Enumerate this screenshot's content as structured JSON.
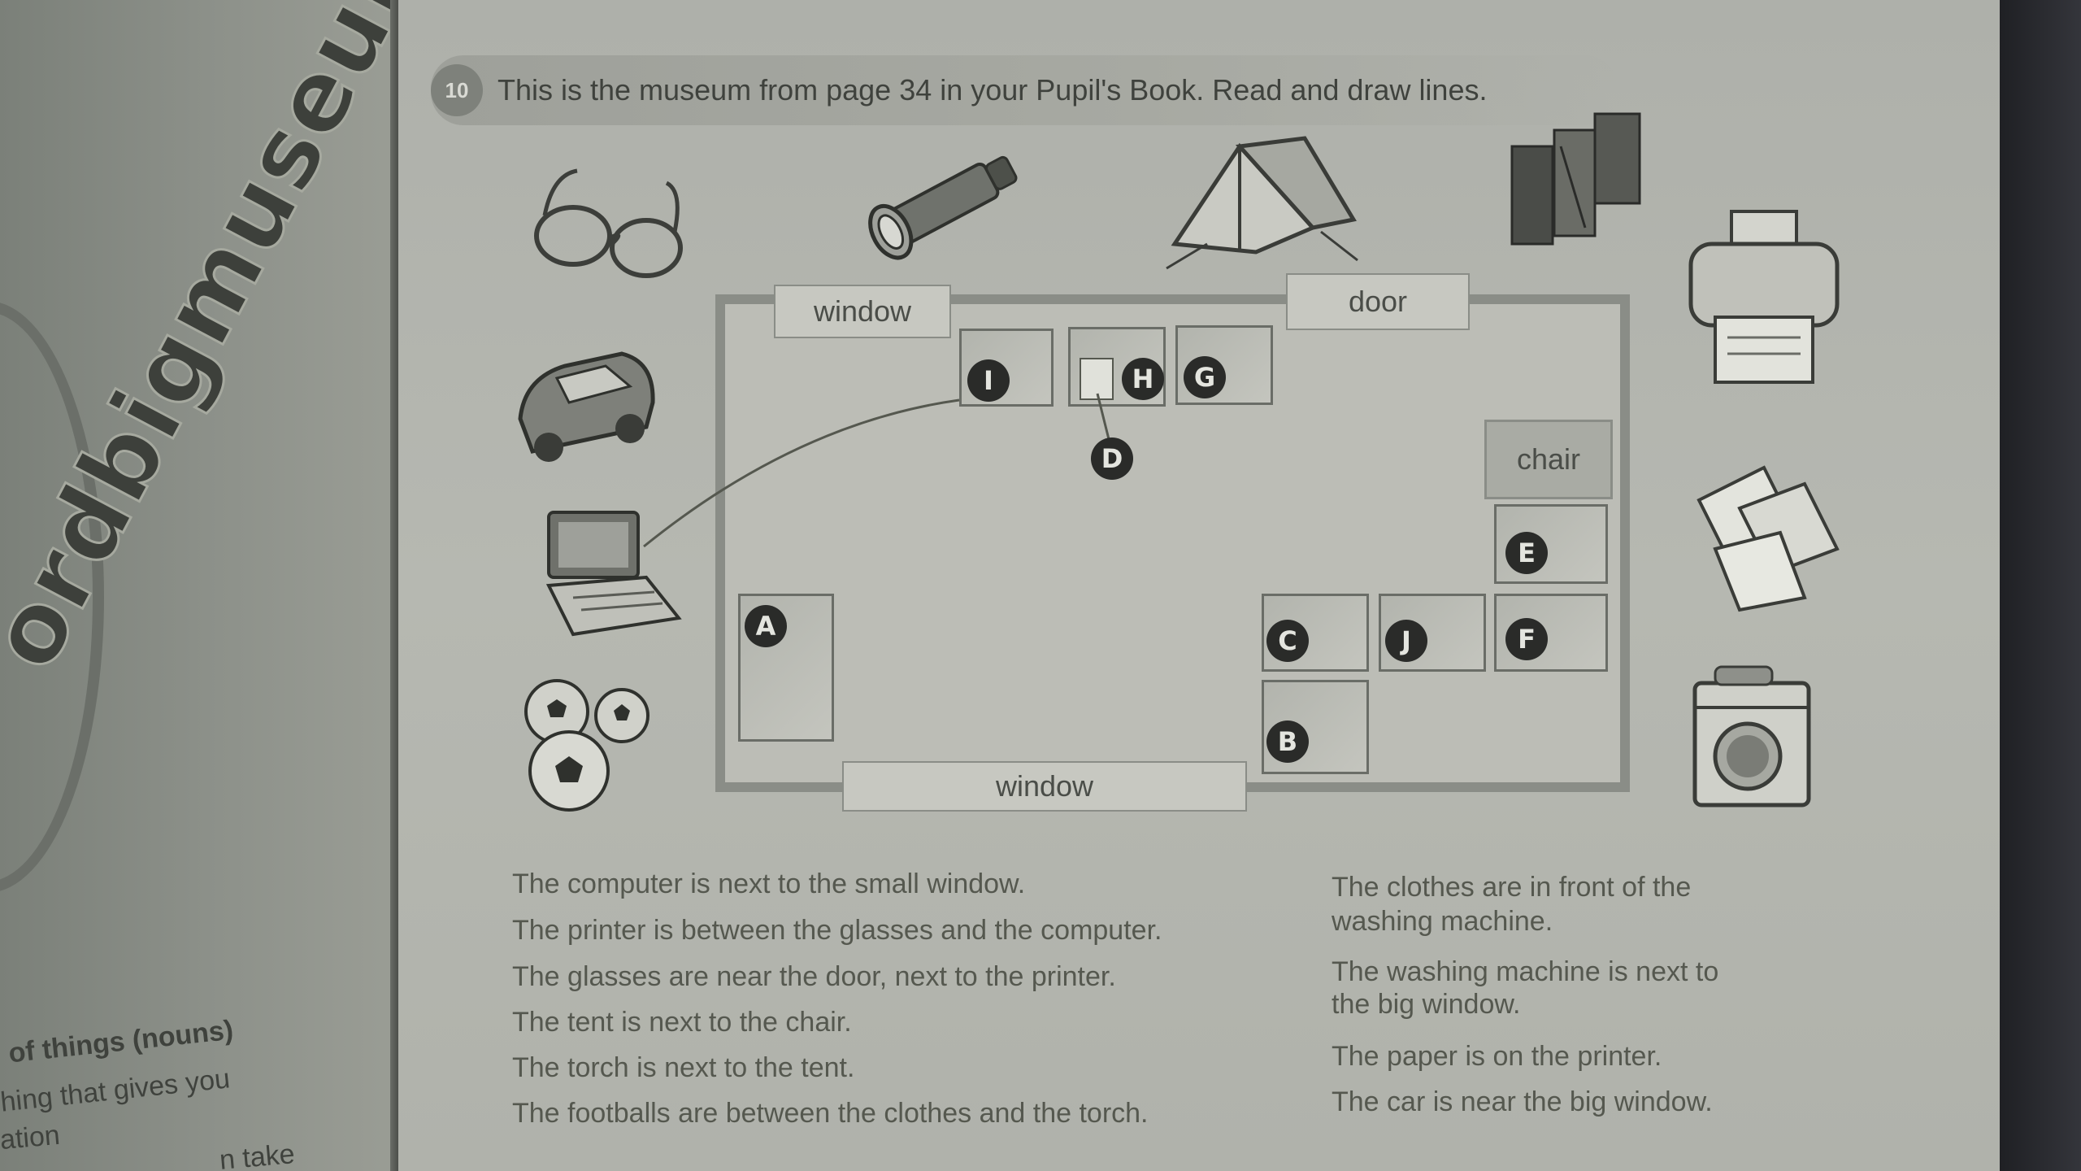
{
  "left_page": {
    "side_title": "ordbigmuseum",
    "heading": "of things (nouns)",
    "line1": "hing that gives you",
    "line2": "ation",
    "line3": "n take"
  },
  "exercise": {
    "number": "10",
    "instruction": "This is the museum from page 34 in your Pupil's Book. Read and draw lines."
  },
  "plan": {
    "window_small": "window",
    "window_big": "window",
    "door": "door",
    "chair": "chair",
    "letters": [
      "A",
      "B",
      "C",
      "D",
      "E",
      "F",
      "G",
      "H",
      "I",
      "J"
    ]
  },
  "items": [
    "glasses",
    "torch",
    "tent",
    "clothes",
    "printer",
    "car",
    "computer",
    "paper",
    "footballs",
    "washing machine"
  ],
  "sentences_left": [
    "The computer is next to the small window.",
    "The printer is between the glasses and the computer.",
    "The glasses are near the door, next to the printer.",
    "The tent is next to the chair.",
    "The torch is next to the tent.",
    "The footballs are between the clothes and the torch."
  ],
  "sentences_right": [
    "The clothes are in front of the",
    "washing machine.",
    "The washing machine is next to",
    "the big window.",
    "The paper is on the printer.",
    "The car is near the big window."
  ]
}
